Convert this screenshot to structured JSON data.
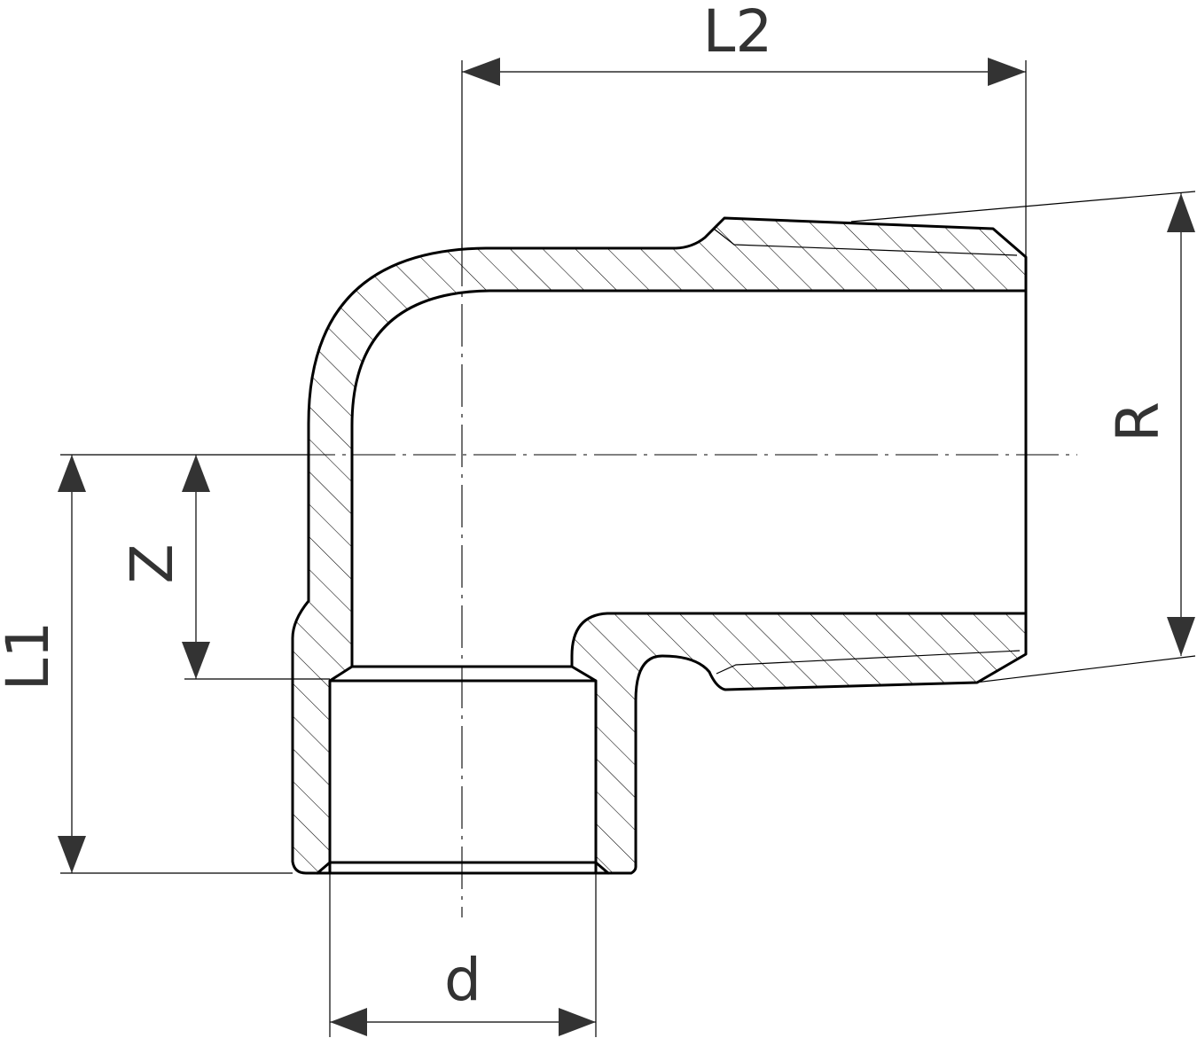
{
  "diagram": {
    "labels": {
      "L2": "L2",
      "R": "R",
      "Z": "Z",
      "L1": "L1",
      "d": "d"
    }
  }
}
